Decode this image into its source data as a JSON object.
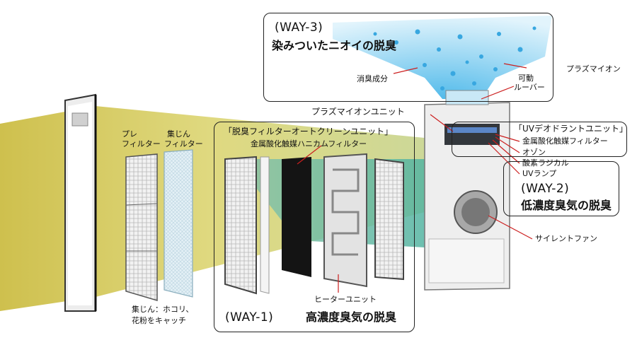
{
  "way3": {
    "way": "(WAY-3)",
    "title": "染みついたニオイの脱臭",
    "shoshu": "消臭成分",
    "plasma_ion": "プラズマイオン",
    "louver": [
      "可動",
      "ルーバー"
    ]
  },
  "plasma_unit": "プラズマイオンユニット",
  "uv_unit": {
    "title": "「UVデオドラントユニット」",
    "items": [
      "金属酸化触媒フィルター",
      "オゾン",
      "酸素ラジカル",
      "UVランプ"
    ]
  },
  "way2": {
    "way": "(WAY-2)",
    "title": "低濃度臭気の脱臭"
  },
  "silent_fan": "サイレントファン",
  "prefilter": [
    "プレ",
    "フィルター"
  ],
  "dust_filter": [
    "集じん",
    "フィルター"
  ],
  "dust_note": [
    "集じん：ホコリ、",
    "花粉をキャッチ"
  ],
  "way1": {
    "unit_title": "「脱臭フィルターオートクリーンユニット」",
    "honeycomb": "金属酸化触媒ハニカムフィルター",
    "heater": "ヒーターユニット",
    "way": "(WAY-1)",
    "title": "高濃度臭気の脱臭"
  },
  "colors": {
    "airflow_yellow": "#d8cf55",
    "airflow_teal": "#4fb3a8",
    "mist_blue": "#6fc8ee",
    "frame": "#222222"
  }
}
